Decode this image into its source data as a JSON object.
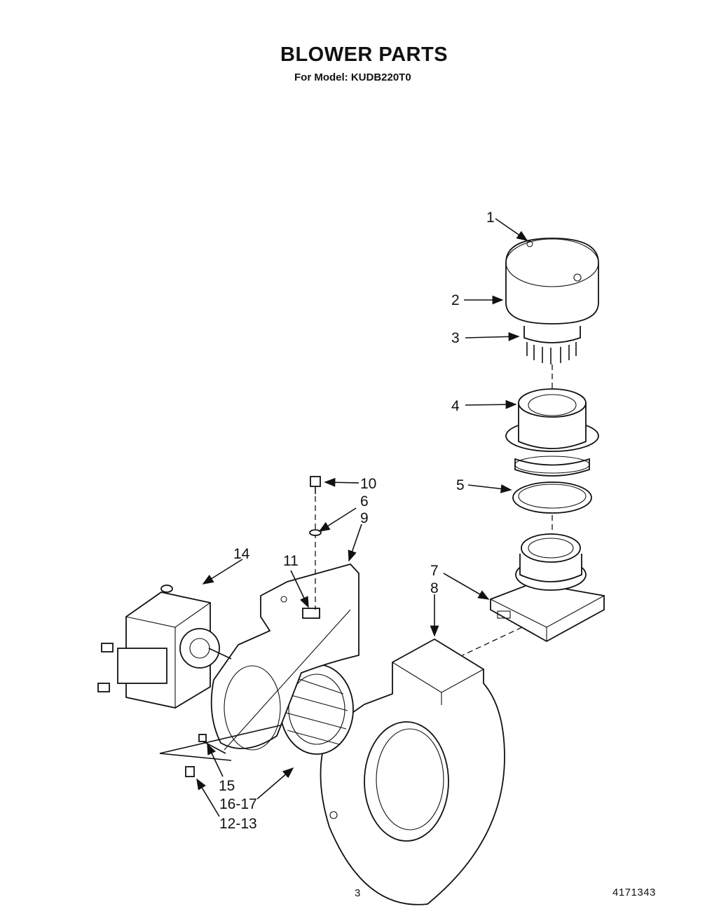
{
  "header": {
    "title": "BLOWER PARTS",
    "subtitle": "For Model: KUDB220T0"
  },
  "footer": {
    "page_number": "3",
    "document_code": "4171343"
  },
  "callouts": [
    "1",
    "2",
    "3",
    "4",
    "5",
    "6",
    "7",
    "8",
    "9",
    "10",
    "11",
    "12-13",
    "14",
    "15",
    "16-17"
  ]
}
